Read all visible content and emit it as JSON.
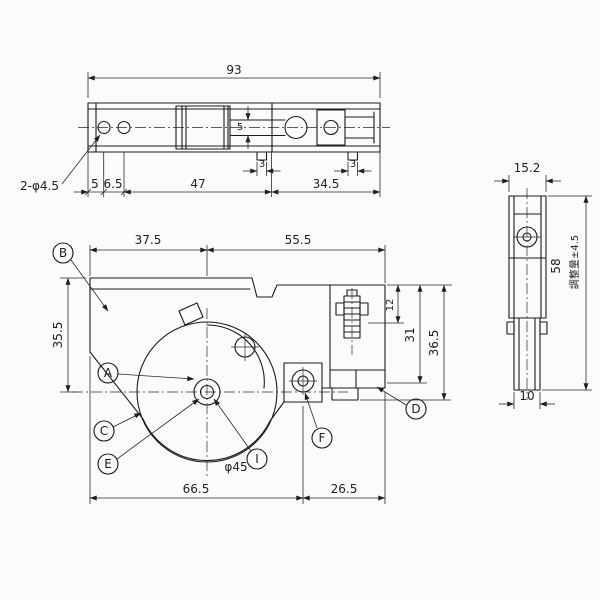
{
  "drawing": {
    "bg": "#fbfbf9",
    "ink": "#1f1f1f",
    "top_view": {
      "dim_overall": "93",
      "note_holes": "2-φ4.5",
      "dim_5": "5",
      "dim_65": "6.5",
      "dim_47": "47",
      "dim_345": "34.5",
      "dim_slot5": "5",
      "dim_3_left": "3",
      "dim_3_right": "3"
    },
    "side_view": {
      "dim_width": "15.2",
      "dim_height": "58",
      "note_adjust": "調整量±4.5",
      "dim_foot": "10"
    },
    "front_view": {
      "dim_left_span": "37.5",
      "dim_right_span": "55.5",
      "dim_left_height": "35.5",
      "dim_12": "12",
      "dim_31": "31",
      "dim_365": "36.5",
      "dim_dia": "φ45",
      "dim_bottom_left": "66.5",
      "dim_bottom_right": "26.5",
      "balloons": [
        "B",
        "A",
        "C",
        "E",
        "I",
        "F",
        "D"
      ]
    }
  }
}
